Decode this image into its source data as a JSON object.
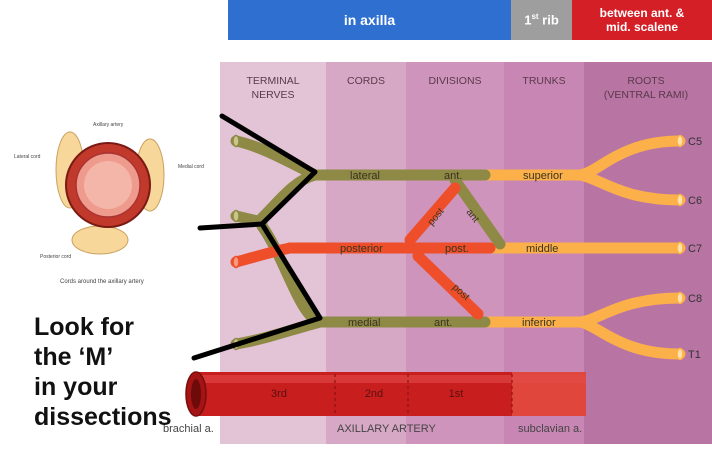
{
  "top_bars": {
    "axilla": "in axilla",
    "rib_main": "1",
    "rib_sup": "st",
    "rib_tail": " rib",
    "scalene_line1": "between ant. &",
    "scalene_line2": "mid. scalene"
  },
  "columns": {
    "terminal_1": "TERMINAL",
    "terminal_2": "NERVES",
    "cords": "CORDS",
    "divisions": "DIVISIONS",
    "trunks": "TRUNKS",
    "roots_1": "ROOTS",
    "roots_2": "(VENTRAL RAMI)"
  },
  "roots": [
    "C5",
    "C6",
    "C7",
    "C8",
    "T1"
  ],
  "trunks": {
    "superior": "superior",
    "middle": "middle",
    "inferior": "inferior"
  },
  "cords": {
    "lateral": "lateral",
    "posterior": "posterior",
    "medial": "medial"
  },
  "divisions": {
    "ant_top": "ant.",
    "ant_upper_diag": "ant",
    "post_upper_diag": "post",
    "post_mid": "post.",
    "post_lower_diag": "post",
    "ant_bottom": "ant."
  },
  "artery": {
    "segments": [
      "3rd",
      "2nd",
      "1st"
    ],
    "brachial": "brachial a.",
    "axillary": "AXILLARY ARTERY",
    "subclavian": "subclavian a."
  },
  "inset": {
    "axillary_artery": "Axillary artery",
    "lateral_cord": "Lateral cord",
    "medial_cord": "Medial cord",
    "posterior_cord": "Posterior cord",
    "caption": "Cords around the axillary artery"
  },
  "callout": [
    "Look for",
    "the ‘M’",
    "in your",
    "dissections"
  ],
  "colors": {
    "blue_bar": "#2f6fd0",
    "grey_bar": "#9e9e9e",
    "red_bar": "#d41f26",
    "anterior_nerve": "#8e8a45",
    "posterior_nerve": "#ee4f2a",
    "trunk_root_nerve": "#fbb04a",
    "artery": "#c81e1e"
  }
}
